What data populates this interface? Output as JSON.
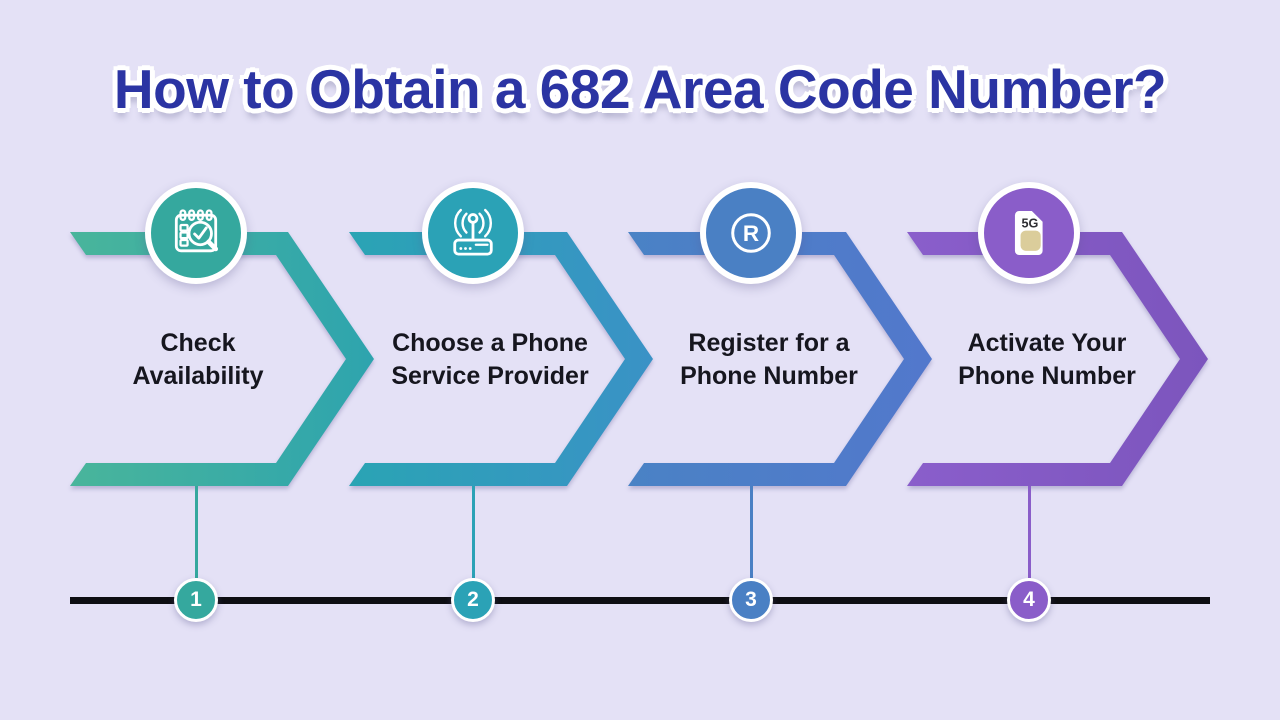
{
  "background": "#E4E1F6",
  "header": {
    "title": "How to Obtain a 682 Area Code Number?",
    "color": "#2B34A3"
  },
  "timeline": {
    "line_color": "#0E0E13"
  },
  "steps": [
    {
      "number": "1",
      "label_line1": "Check",
      "label_line2": "Availability",
      "color": "#35A89E",
      "gradient_start": "#49B59B",
      "gradient_end": "#2EA4AE",
      "icon": "calendar-search-icon"
    },
    {
      "number": "2",
      "label_line1": "Choose a Phone",
      "label_line2": "Service Provider",
      "color": "#2BA2B6",
      "gradient_start": "#2AA4B4",
      "gradient_end": "#3A92C6",
      "icon": "wifi-router-icon"
    },
    {
      "number": "3",
      "label_line1": "Register for a",
      "label_line2": "Phone Number",
      "color": "#4A80C4",
      "gradient_start": "#4A82C5",
      "gradient_end": "#5278CC",
      "icon": "registered-trademark-icon",
      "icon_label": "R"
    },
    {
      "number": "4",
      "label_line1": "Activate Your",
      "label_line2": "Phone Number",
      "color": "#8A5DC9",
      "gradient_start": "#8A5ECB",
      "gradient_end": "#7C55BD",
      "icon": "sim-card-5g-icon",
      "icon_label": "5G",
      "chip_color": "#DBCD9B"
    }
  ]
}
